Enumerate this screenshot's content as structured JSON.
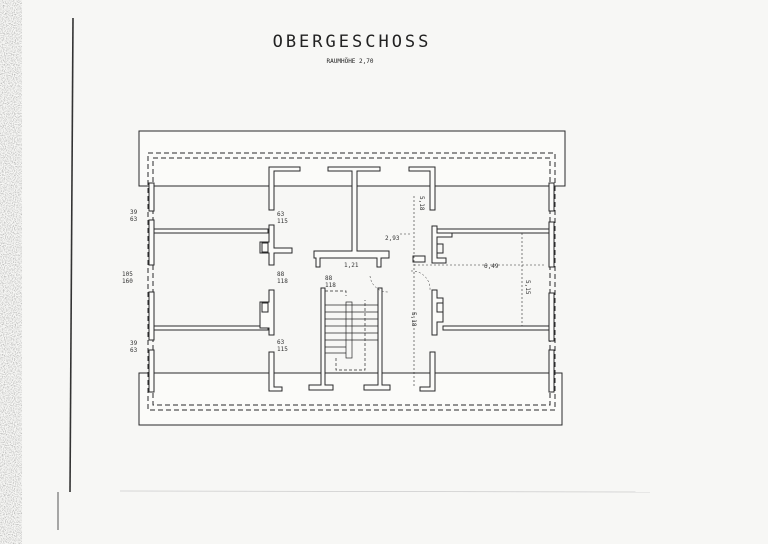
{
  "drawing": {
    "title": "OBERGESCHOSS",
    "subtitle": "RAUMHÖHE 2,70",
    "dimension_labels": {
      "left_top": "39\n63",
      "left_mid": "105\n160",
      "left_bottom": "39\n63",
      "inner_top_left": "63\n115",
      "inner_mid_left": "88\n118",
      "inner_bottom_left": "63\n115",
      "stair": "88\n118",
      "right_height_top": "5,18",
      "right_height_bottom": "5,18",
      "landing": "2,93",
      "corridor": "1,21",
      "right_room_width": "6,49",
      "right_room_depth": "5,15"
    },
    "colors": {
      "ink": "#2a2a2a",
      "paper": "#f7f7f5"
    }
  }
}
